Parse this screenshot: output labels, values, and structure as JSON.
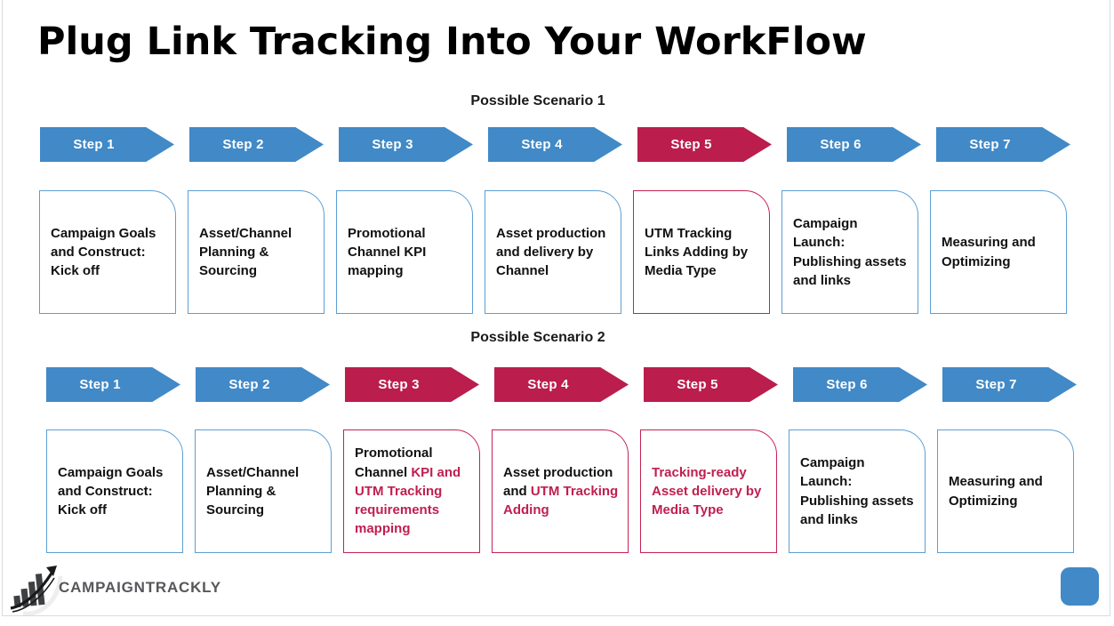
{
  "page": {
    "title": "Plug Link Tracking Into Your WorkFlow",
    "colors": {
      "blue": "#4189c7",
      "red": "#bb1d4d",
      "card_blue_border": "#5b9fd4",
      "card_red_border": "#c42352",
      "red_text": "#c01e50"
    }
  },
  "scenarios": [
    {
      "label": "Possible Scenario 1",
      "steps": [
        {
          "label": "Step 1",
          "color": "blue"
        },
        {
          "label": "Step 2",
          "color": "blue"
        },
        {
          "label": "Step 3",
          "color": "blue"
        },
        {
          "label": "Step 4",
          "color": "blue"
        },
        {
          "label": "Step 5",
          "color": "red"
        },
        {
          "label": "Step 6",
          "color": "blue"
        },
        {
          "label": "Step 7",
          "color": "blue"
        }
      ],
      "cards": [
        {
          "border": "blue",
          "segments": [
            {
              "text": "Campaign Goals and Construct: Kick off",
              "color": "black"
            }
          ]
        },
        {
          "border": "blue",
          "segments": [
            {
              "text": "Asset/Channel Planning & Sourcing",
              "color": "black"
            }
          ]
        },
        {
          "border": "blue",
          "segments": [
            {
              "text": "Promotional Channel KPI mapping",
              "color": "black"
            }
          ]
        },
        {
          "border": "blue",
          "segments": [
            {
              "text": "Asset production and delivery by Channel",
              "color": "black"
            }
          ]
        },
        {
          "border": "red",
          "segments": [
            {
              "text": "UTM Tracking Links Adding by Media Type",
              "color": "black"
            }
          ]
        },
        {
          "border": "blue",
          "segments": [
            {
              "text": "Campaign Launch: Publishing assets and links",
              "color": "black"
            }
          ]
        },
        {
          "border": "blue",
          "segments": [
            {
              "text": "Measuring and Optimizing",
              "color": "black"
            }
          ]
        }
      ]
    },
    {
      "label": "Possible Scenario 2",
      "steps": [
        {
          "label": "Step 1",
          "color": "blue"
        },
        {
          "label": "Step 2",
          "color": "blue"
        },
        {
          "label": "Step 3",
          "color": "red"
        },
        {
          "label": "Step 4",
          "color": "red"
        },
        {
          "label": "Step 5",
          "color": "red"
        },
        {
          "label": "Step 6",
          "color": "blue"
        },
        {
          "label": "Step 7",
          "color": "blue"
        }
      ],
      "cards": [
        {
          "border": "blue",
          "segments": [
            {
              "text": "Campaign Goals and Construct: Kick off",
              "color": "black"
            }
          ]
        },
        {
          "border": "blue",
          "segments": [
            {
              "text": "Asset/Channel Planning & Sourcing",
              "color": "black"
            }
          ]
        },
        {
          "border": "red",
          "segments": [
            {
              "text": "Promotional Channel ",
              "color": "black"
            },
            {
              "text": "KPI and UTM Tracking requirements mapping",
              "color": "red"
            }
          ]
        },
        {
          "border": "red",
          "segments": [
            {
              "text": "Asset production and ",
              "color": "black"
            },
            {
              "text": "UTM Tracking Adding",
              "color": "red"
            }
          ]
        },
        {
          "border": "red",
          "segments": [
            {
              "text": "Tracking-ready Asset delivery by Media Type",
              "color": "red"
            }
          ]
        },
        {
          "border": "blue",
          "segments": [
            {
              "text": "Campaign Launch: Publishing assets and links",
              "color": "black"
            }
          ]
        },
        {
          "border": "blue",
          "segments": [
            {
              "text": "Measuring and Optimizing",
              "color": "black"
            }
          ]
        }
      ]
    }
  ],
  "footer": {
    "brand_text": "CAMPAIGNTRACKLY",
    "brand_icon": "bar-chart-arrow-icon",
    "corner_shape": "blue-rounded-square"
  }
}
